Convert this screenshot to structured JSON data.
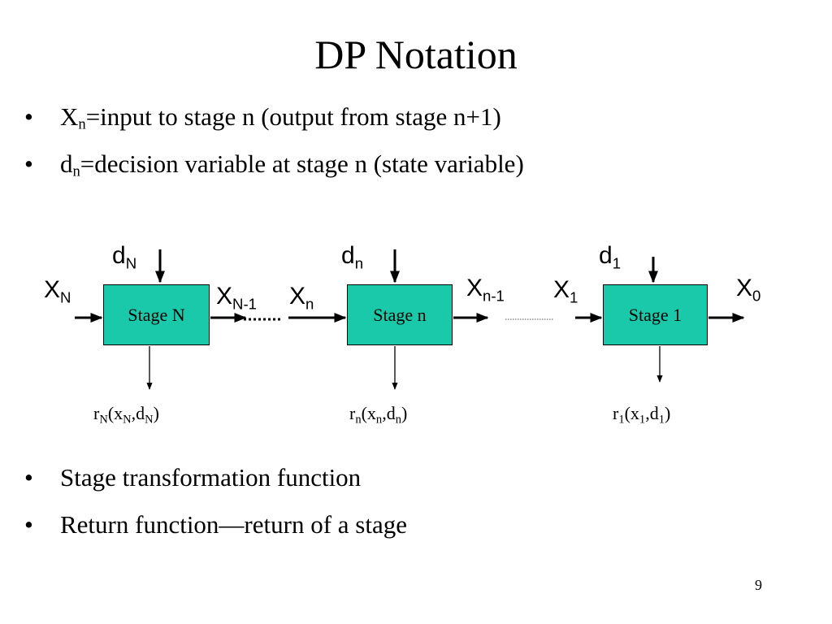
{
  "slide": {
    "title": "DP Notation",
    "page_number": "9"
  },
  "bullets_top": [
    {
      "symbol": "X",
      "sub": "n",
      "text": "=input to stage n (output from stage n+1)"
    },
    {
      "symbol": "d",
      "sub": "n",
      "text": "=decision variable at stage n (state variable)"
    }
  ],
  "diagram": {
    "box_color": "#19c9a9",
    "stages": [
      {
        "label": "Stage N",
        "decision": {
          "main": "d",
          "sub": "N"
        },
        "input": {
          "main": "X",
          "sub": "N"
        },
        "return": {
          "r_sub": "N",
          "x_sub": "N",
          "d_sub": "N"
        }
      },
      {
        "label": "Stage n",
        "decision": {
          "main": "d",
          "sub": "n"
        },
        "input": {
          "main": "X",
          "sub": "n"
        },
        "return": {
          "r_sub": "n",
          "x_sub": "n",
          "d_sub": "n"
        }
      },
      {
        "label": "Stage 1",
        "decision": {
          "main": "d",
          "sub": "1"
        },
        "input": {
          "main": "X",
          "sub": "1"
        },
        "return": {
          "r_sub": "1",
          "x_sub": "1",
          "d_sub": "1"
        }
      }
    ],
    "outputs": [
      {
        "main": "X",
        "sub": "N-1"
      },
      {
        "main": "X",
        "sub": "n-1"
      },
      {
        "main": "X",
        "sub": "0"
      }
    ],
    "return_parts": {
      "r": "r",
      "open": "(x",
      "comma": ",d",
      "close": ")"
    }
  },
  "bullets_bottom": [
    {
      "text": "Stage transformation function"
    },
    {
      "text": "Return function—return of a stage"
    }
  ]
}
